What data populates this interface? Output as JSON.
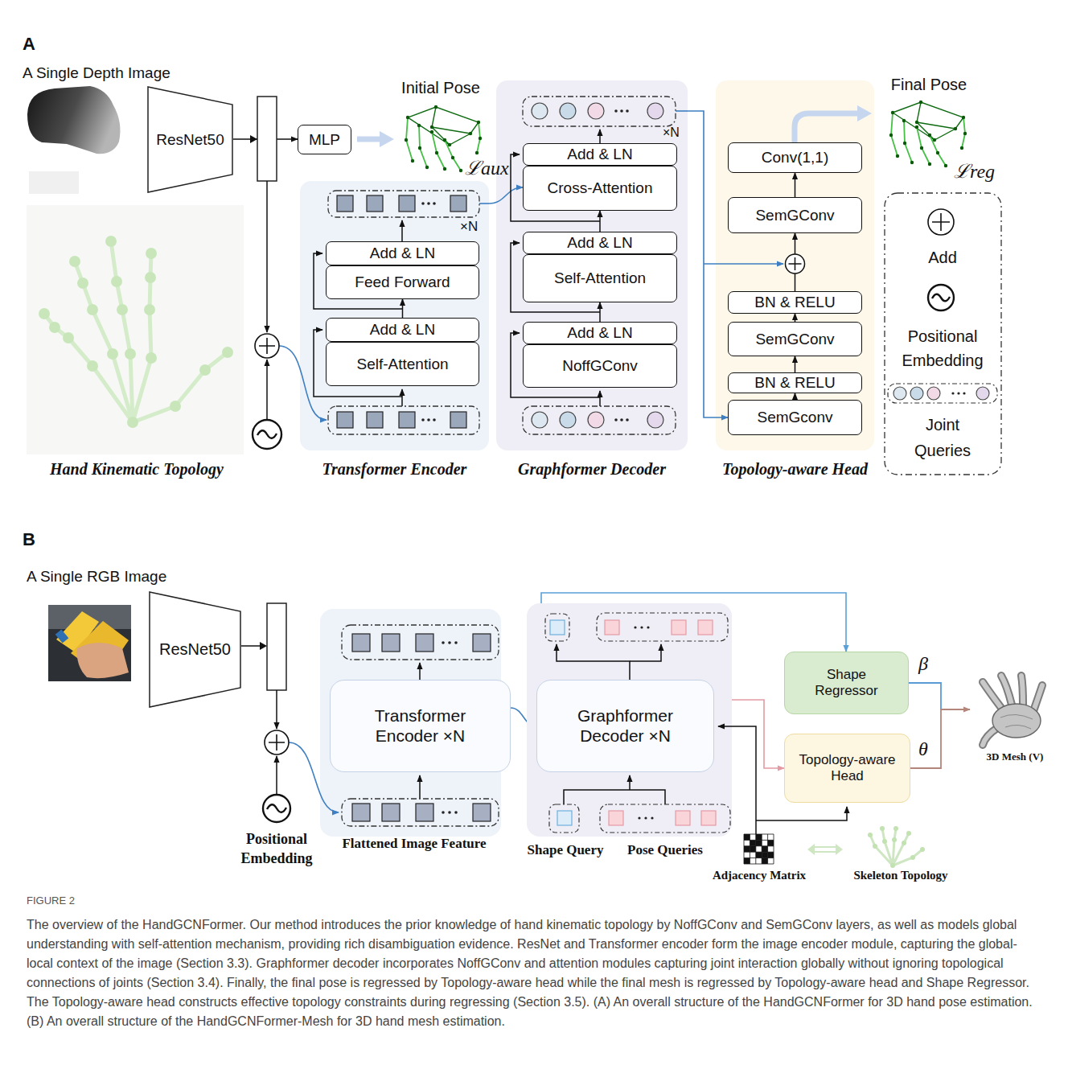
{
  "diagram": {
    "caption": "The overview of the HandGCNFormer. Our method introduces the prior knowledge of hand kinematic topology by NoffGConv and SemGConv layers, as well as models global understanding with self-attention mechanism, providing rich disambiguation evidence. ResNet and Transformer encoder form the image encoder module, capturing the global-local context of the image (Section 3.3). Graphformer decoder incorporates NoffGConv and attention modules capturing joint interaction globally without ignoring topological connections of joints (Section 3.4). Finally, the final pose is regressed by Topology-aware head while the final mesh is regressed by Topology-aware head and Shape Regressor. The Topology-aware head constructs effective topology constraints during regressing (Section 3.5). (A) An overall structure of the HandGCNFormer for 3D hand pose estimation. (B) An overall structure of the HandGCNFormer-Mesh for 3D hand mesh estimation.",
    "nodes": [
      {
        "text": [
          "ResNet50"
        ]
      },
      {
        "text": [
          "MLP"
        ]
      },
      {
        "text": [
          "Transformer Encoder"
        ]
      },
      {
        "text": [
          "Add & LN"
        ],
        "in": 2
      },
      {
        "text": [
          "Feed Forward"
        ],
        "in": 2
      },
      {
        "text": [
          "Add & LN"
        ],
        "in": 2
      },
      {
        "text": [
          "Self-Attention"
        ],
        "in": 2
      },
      {
        "text": [
          "Graphformer Decoder"
        ]
      },
      {
        "text": [
          "Add & LN"
        ],
        "in": 7
      },
      {
        "text": [
          "Cross-Attention"
        ],
        "in": 7
      },
      {
        "text": [
          "Add & LN"
        ],
        "in": 7
      },
      {
        "text": [
          "Self-Attention"
        ],
        "in": 7
      },
      {
        "text": [
          "Add & LN"
        ],
        "in": 7
      },
      {
        "text": [
          "NoffGConv"
        ],
        "in": 7
      },
      {
        "text": [
          "Topology-aware Head"
        ]
      },
      {
        "text": [
          "Conv(1,1)"
        ],
        "in": 14
      },
      {
        "text": [
          "SemGConv"
        ],
        "in": 14
      },
      {
        "text": [
          "BN & RELU"
        ],
        "in": 14
      },
      {
        "text": [
          "SemGConv"
        ],
        "in": 14
      },
      {
        "text": [
          "BN & RELU"
        ],
        "in": 14
      },
      {
        "text": [
          "SemGconv"
        ],
        "in": 14
      },
      {
        "text": [
          "ResNet50"
        ]
      },
      {
        "text": [
          "Transformer Encoder ×N"
        ]
      },
      {
        "text": [
          "Graphformer Decoder ×N"
        ]
      },
      {
        "text": [
          "Shape Regressor"
        ]
      },
      {
        "text": [
          "Topology-aware Head"
        ]
      }
    ],
    "edges": [
      {
        "from": 0,
        "to": 1,
        "arrow": "to"
      },
      {
        "from": 5,
        "to": 4,
        "arrow": "to"
      },
      {
        "from": 2,
        "to": 9,
        "arrow": "to"
      },
      {
        "from": 12,
        "to": 11,
        "arrow": "to"
      },
      {
        "from": 10,
        "to": 9,
        "arrow": "to"
      },
      {
        "from": 7,
        "to": 20,
        "arrow": "to"
      },
      {
        "from": 20,
        "to": 19,
        "arrow": "to"
      },
      {
        "from": 19,
        "to": 18,
        "arrow": "to"
      },
      {
        "from": 18,
        "to": 17,
        "arrow": "to"
      },
      {
        "from": 17,
        "to": 16,
        "arrow": "to"
      },
      {
        "from": 16,
        "to": 15,
        "arrow": "to"
      },
      {
        "from": 22,
        "to": 23,
        "arrow": "to"
      },
      {
        "from": 23,
        "to": 24,
        "arrow": "to"
      },
      {
        "from": 23,
        "to": 25,
        "arrow": "to"
      }
    ],
    "labels": [
      "A",
      "A Single Depth Image",
      "Initial Pose",
      "ℒaux",
      "Final Pose",
      "ℒreg",
      "×N",
      "×N",
      "Hand Kinematic Topology",
      "B",
      "A Single RGB Image",
      "Positional Embedding",
      "Flattened Image Feature",
      "Shape Query",
      "Pose Queries",
      "Adjacency Matrix",
      "Skeleton Topology",
      "β",
      "θ",
      "3D Mesh (V)",
      "FIGURE 2"
    ],
    "legend": [
      {
        "text": "Add"
      },
      {
        "text": "Positional Embedding"
      },
      {
        "text": "Joint Queries"
      }
    ]
  }
}
